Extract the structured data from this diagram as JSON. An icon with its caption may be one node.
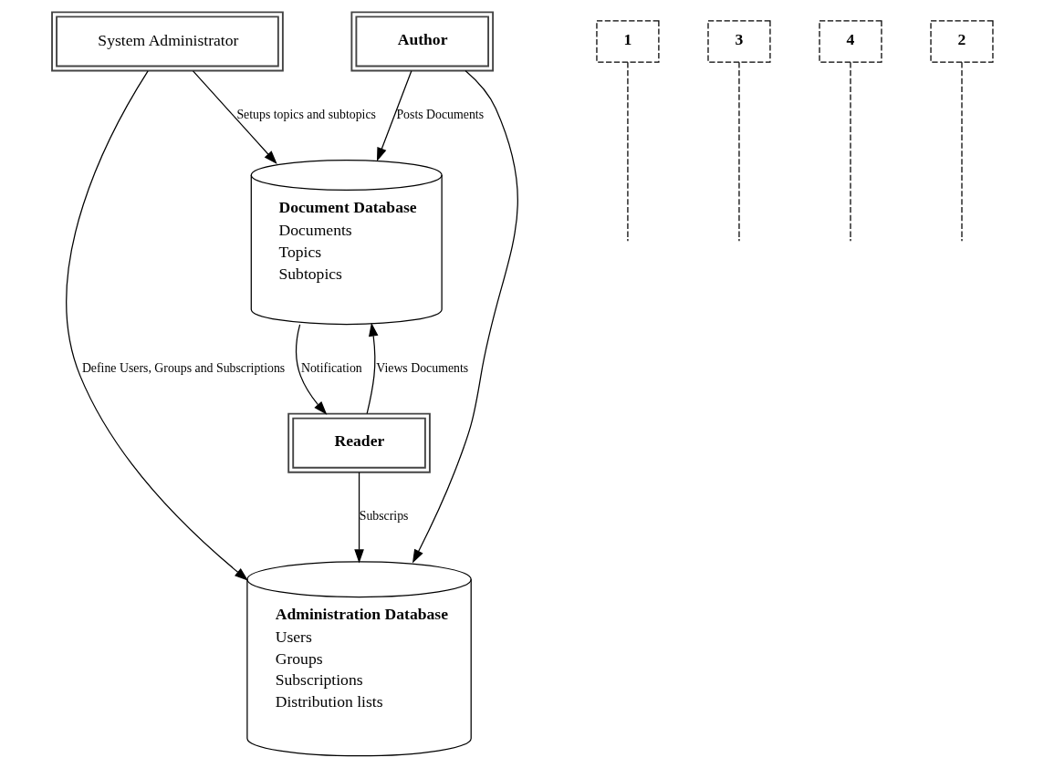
{
  "diagram": {
    "nodes": [
      {
        "text": [
          "System Administrator"
        ]
      },
      {
        "text": [
          "Document Database",
          "Documents",
          "Topics",
          "Subtopics"
        ]
      },
      {
        "text": [
          "Administration Database",
          "Users",
          "Groups",
          "Subscriptions",
          "Distribution lists"
        ]
      },
      {
        "text": [
          "Reader"
        ]
      },
      {
        "text": [
          "Author"
        ]
      },
      {
        "text": [
          "1"
        ]
      },
      {
        "text": [
          "3"
        ]
      },
      {
        "text": [
          "4"
        ]
      },
      {
        "text": [
          "2"
        ]
      }
    ],
    "edges": [
      {
        "from": 0,
        "to": 1,
        "arrow": "to",
        "label": "Setups topics and subtopics"
      },
      {
        "from": 0,
        "to": 2,
        "arrow": "to",
        "label": "Define Users, Groups and Subscriptions"
      },
      {
        "from": 3,
        "to": 1,
        "arrow": "to",
        "label": "Views Documents"
      },
      {
        "from": 1,
        "to": 3,
        "arrow": "to",
        "label": "Notification"
      },
      {
        "from": 3,
        "to": 2,
        "arrow": "to",
        "label": "Subscrips"
      },
      {
        "from": 4,
        "to": 1,
        "arrow": "to",
        "label": "Posts Documents"
      },
      {
        "from": 4,
        "to": 2,
        "arrow": "to"
      },
      {
        "from": 5,
        "to": null,
        "arrow": "none",
        "style": "dashed"
      },
      {
        "from": 6,
        "to": null,
        "arrow": "none",
        "style": "dashed"
      },
      {
        "from": 7,
        "to": null,
        "arrow": "none",
        "style": "dashed"
      },
      {
        "from": 8,
        "to": null,
        "arrow": "none",
        "style": "dashed"
      }
    ]
  }
}
